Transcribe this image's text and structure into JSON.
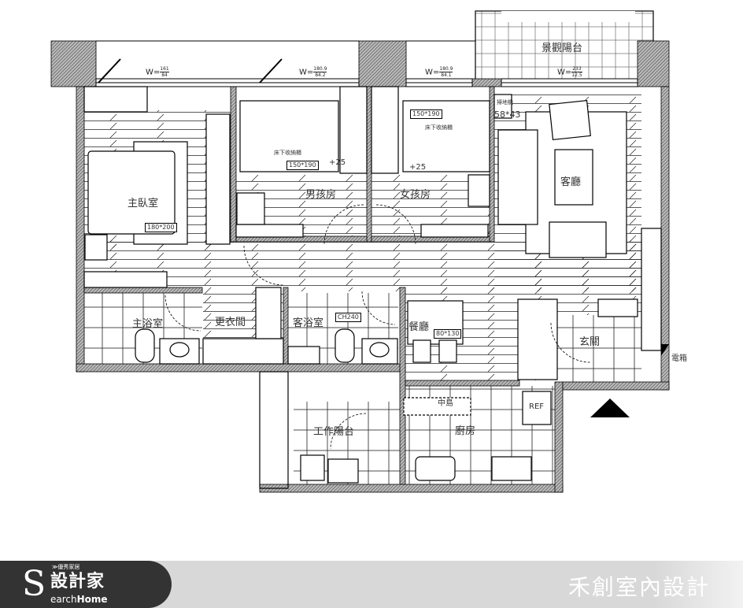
{
  "rooms": {
    "balcony_view": "景觀陽台",
    "master_bedroom": "主臥室",
    "boy_room": "男孩房",
    "girl_room": "女孩房",
    "living_room": "客廳",
    "master_bath": "主浴室",
    "walk_in_closet": "更衣間",
    "guest_bath": "客浴室",
    "dining": "餐廳",
    "utility_balcony": "工作陽台",
    "kitchen": "廚房",
    "entrance": "玄關",
    "electric_box": "電箱",
    "island": "中島",
    "fridge": "REF"
  },
  "annotations": {
    "master_bed_size": "180*200",
    "boy_bed_size": "150*190",
    "boy_underbed": "床下收納櫃",
    "boy_raise": "+25",
    "girl_bed_size": "150*190",
    "girl_underbed": "床下收納櫃",
    "girl_raise": "+25",
    "robot_label": "掃地機",
    "robot_size": "58*43",
    "dining_table_size": "80*130",
    "ceiling_height": "CH240"
  },
  "windows": [
    {
      "prefix": "W=",
      "num": "161",
      "den": "84"
    },
    {
      "prefix": "W=",
      "num": "180.9",
      "den": "84.2"
    },
    {
      "prefix": "W=",
      "num": "180.9",
      "den": "84.1"
    },
    {
      "prefix": "W=",
      "num": "233",
      "den": "12.5"
    }
  ],
  "footer": {
    "logo_tagline": "≫優秀家居",
    "logo_main": "設計家",
    "logo_s": "S",
    "logo_sub_a": "earch",
    "logo_sub_b": "Home",
    "firm_name": "禾創室內設計"
  },
  "colors": {
    "wall_hatch": "#555555",
    "footer_dark": "#333333",
    "footer_light": "#d8d8d8"
  }
}
